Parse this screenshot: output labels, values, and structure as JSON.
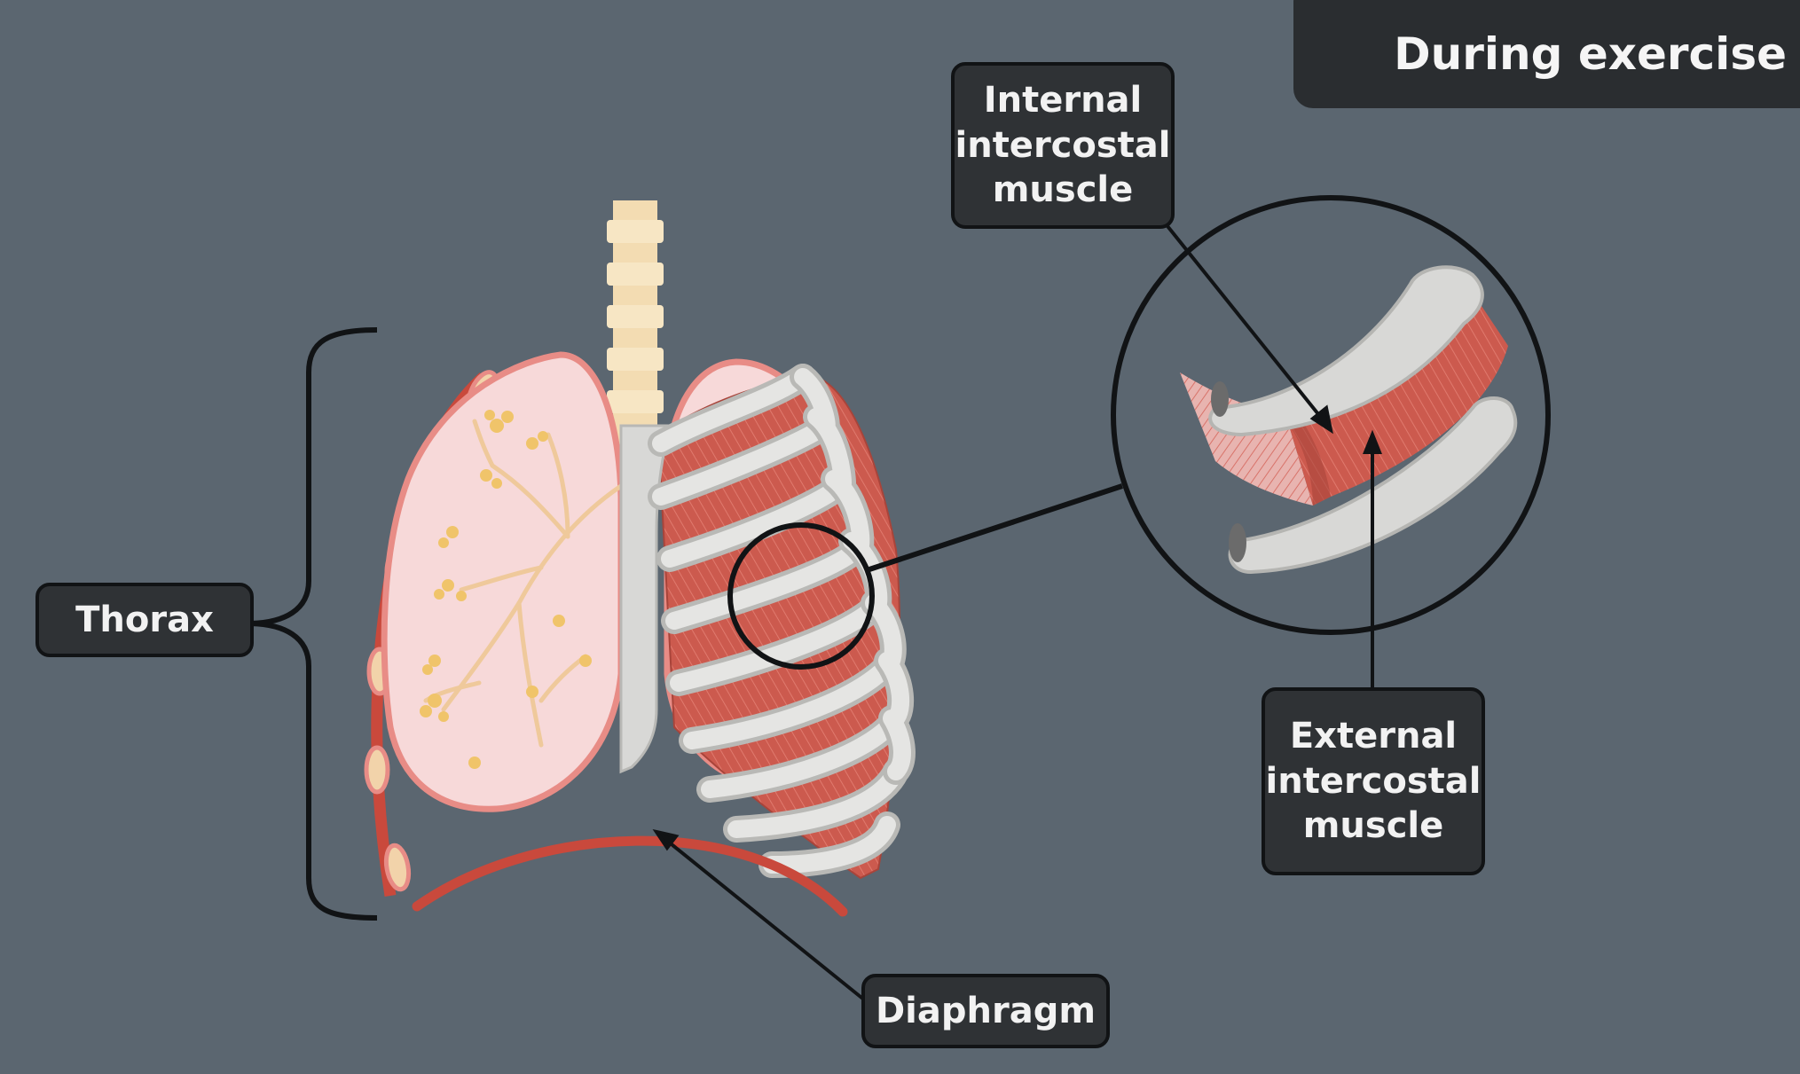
{
  "title": "During exercise",
  "labels": {
    "internal": "Internal\nintercostal\nmuscle",
    "external": "External\nintercostal\nmuscle",
    "thorax": "Thorax",
    "diaphragm": "Diaphragm"
  },
  "colors": {
    "background": "#5b6670",
    "label_fill": "#2f3235",
    "label_border": "#111315",
    "label_text": "#f2f2f2",
    "lung_fill": "#f7d9d9",
    "lung_edge": "#e88c86",
    "bronchi": "#efc99b",
    "alveoli": "#f0c46a",
    "muscle": "#c9584d",
    "rib": "#d8d8d6",
    "diaphragm": "#c9493c",
    "trachea": "#f3dcb2",
    "pointer": "#111315"
  }
}
